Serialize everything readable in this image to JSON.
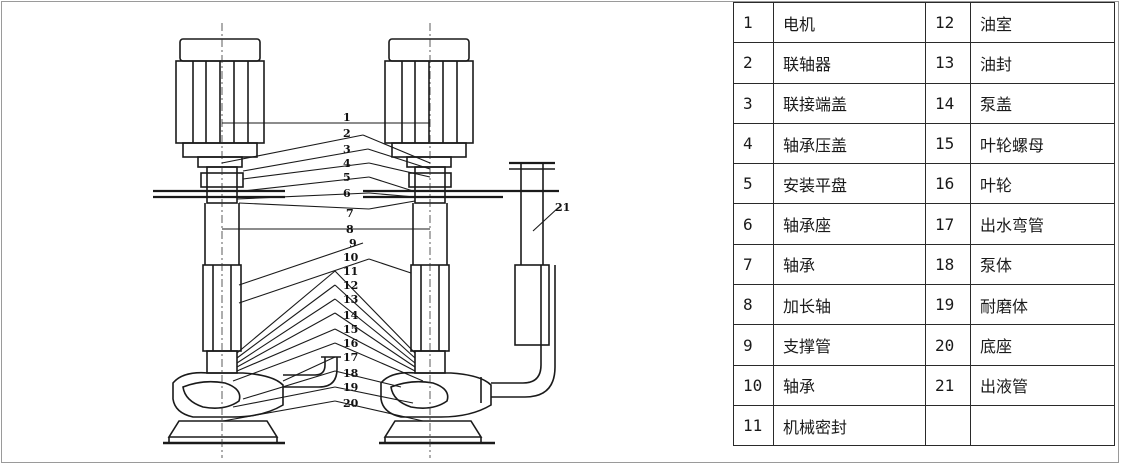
{
  "diagram": {
    "leader_labels": [
      "1",
      "2",
      "3",
      "4",
      "5",
      "6",
      "7",
      "8",
      "9",
      "10",
      "11",
      "12",
      "13",
      "14",
      "15",
      "16",
      "17",
      "18",
      "19",
      "20",
      "21"
    ]
  },
  "parts": [
    {
      "num": "1",
      "name": "电机"
    },
    {
      "num": "2",
      "name": "联轴器"
    },
    {
      "num": "3",
      "name": "联接端盖"
    },
    {
      "num": "4",
      "name": "轴承压盖"
    },
    {
      "num": "5",
      "name": "安装平盘"
    },
    {
      "num": "6",
      "name": "轴承座"
    },
    {
      "num": "7",
      "name": "轴承"
    },
    {
      "num": "8",
      "name": "加长轴"
    },
    {
      "num": "9",
      "name": "支撑管"
    },
    {
      "num": "10",
      "name": "轴承"
    },
    {
      "num": "11",
      "name": "机械密封"
    },
    {
      "num": "12",
      "name": "油室"
    },
    {
      "num": "13",
      "name": "油封"
    },
    {
      "num": "14",
      "name": "泵盖"
    },
    {
      "num": "15",
      "name": "叶轮螺母"
    },
    {
      "num": "16",
      "name": "叶轮"
    },
    {
      "num": "17",
      "name": "出水弯管"
    },
    {
      "num": "18",
      "name": "泵体"
    },
    {
      "num": "19",
      "name": "耐磨体"
    },
    {
      "num": "20",
      "name": "底座"
    },
    {
      "num": "21",
      "name": "出液管"
    }
  ]
}
